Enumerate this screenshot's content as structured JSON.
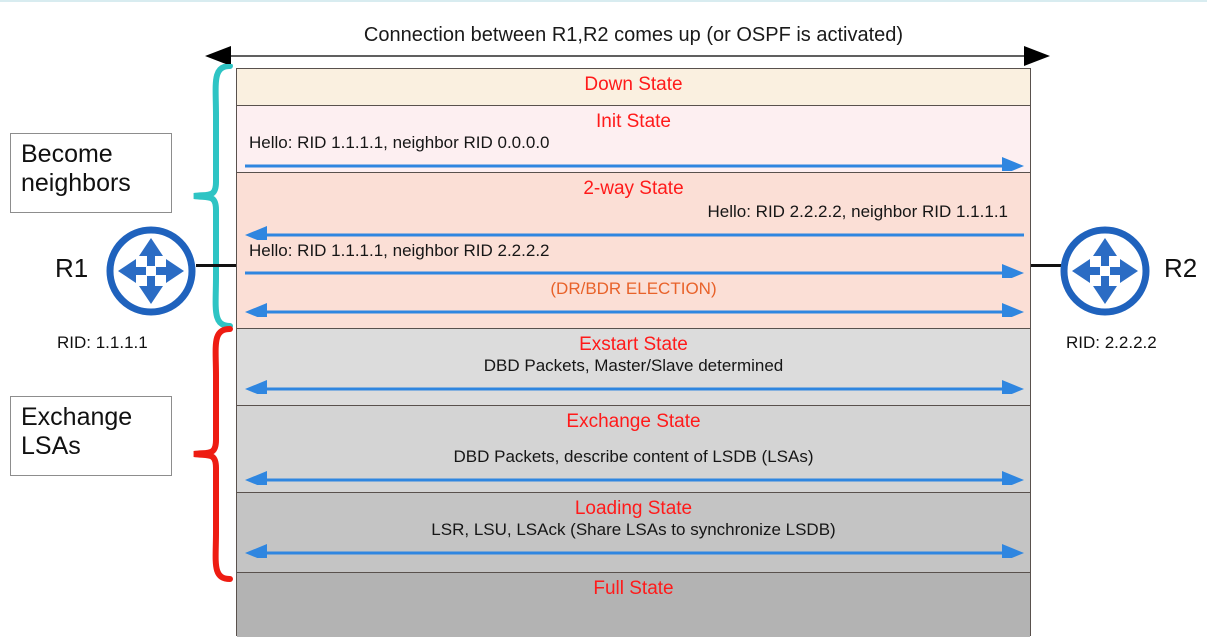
{
  "diagram": {
    "headline": "Connection between R1,R2 comes up (or OSPF is activated)",
    "colors": {
      "state_title": "#ff1a1a",
      "election_text": "#e8622a",
      "arrow_blue": "#2f86e0",
      "brace_cyan": "#2ec4c4",
      "brace_red": "#ee1c12",
      "router_blue": "#1f62bd"
    }
  },
  "routers": {
    "left": {
      "name": "R1",
      "rid_label": "RID: 1.1.1.1",
      "icon": "router-icon"
    },
    "right": {
      "name": "R2",
      "rid_label": "RID: 2.2.2.2",
      "icon": "router-icon"
    }
  },
  "callouts": [
    {
      "id": "become-neighbors",
      "text": "Become\nneighbors",
      "brace": "cyan"
    },
    {
      "id": "exchange-lsas",
      "text": "Exchange\nLSAs",
      "brace": "red"
    }
  ],
  "states": [
    {
      "id": "down",
      "title": "Down State",
      "title_color": "red",
      "background": "#faf0e0",
      "messages": []
    },
    {
      "id": "init",
      "title": "Init State",
      "title_color": "red",
      "background": "#fdeff1",
      "messages": [
        {
          "text": "Hello: RID 1.1.1.1, neighbor RID 0.0.0.0",
          "align": "left",
          "direction": "right"
        }
      ]
    },
    {
      "id": "two-way",
      "title": "2-way State",
      "title_color": "red",
      "background": "#fbdfd6",
      "messages": [
        {
          "text": "Hello: RID 2.2.2.2, neighbor RID 1.1.1.1",
          "align": "right",
          "direction": "left"
        },
        {
          "text": "Hello: RID 1.1.1.1, neighbor RID 2.2.2.2",
          "align": "left",
          "direction": "right"
        },
        {
          "text": "(DR/BDR ELECTION)",
          "align": "center",
          "direction": "both",
          "color": "orange"
        }
      ]
    },
    {
      "id": "exstart",
      "title": "Exstart State",
      "title_color": "red",
      "background": "#dcdcdc",
      "messages": [
        {
          "text": "DBD Packets, Master/Slave determined",
          "align": "center",
          "direction": "both"
        }
      ]
    },
    {
      "id": "exchange",
      "title": "Exchange State",
      "title_color": "red",
      "background": "#d4d4d4",
      "messages": [
        {
          "text": "DBD Packets, describe content of LSDB (LSAs)",
          "align": "center",
          "direction": "both"
        }
      ]
    },
    {
      "id": "loading",
      "title": "Loading State",
      "title_color": "red",
      "background": "#c4c4c4",
      "messages": [
        {
          "text": "LSR, LSU, LSAck (Share LSAs to synchronize LSDB)",
          "align": "center",
          "direction": "both"
        }
      ]
    },
    {
      "id": "full",
      "title": "Full State",
      "title_color": "red",
      "background": "#b3b3b3",
      "messages": []
    }
  ]
}
